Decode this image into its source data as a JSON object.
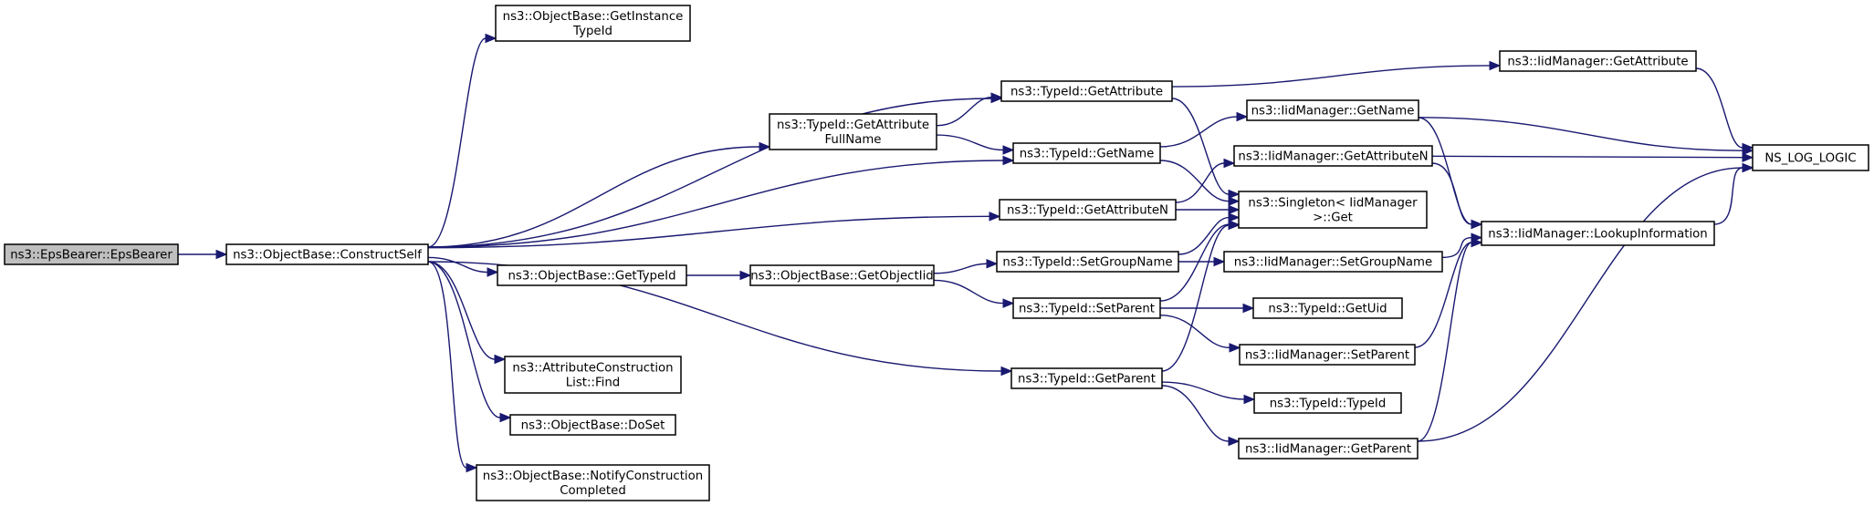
{
  "diagram": {
    "nodes": [
      {
        "id": "eps_bearer",
        "lines": [
          "ns3::EpsBearer::EpsBearer"
        ],
        "highlight": true
      },
      {
        "id": "construct_self",
        "lines": [
          "ns3::ObjectBase::ConstructSelf"
        ]
      },
      {
        "id": "get_instance_typeid",
        "lines": [
          "ns3::ObjectBase::GetInstance",
          "TypeId"
        ]
      },
      {
        "id": "typeid_get_attribute",
        "lines": [
          "ns3::TypeId::GetAttribute"
        ]
      },
      {
        "id": "typeid_get_attribute_fullname",
        "lines": [
          "ns3::TypeId::GetAttribute",
          "FullName"
        ]
      },
      {
        "id": "typeid_get_name",
        "lines": [
          "ns3::TypeId::GetName"
        ]
      },
      {
        "id": "typeid_get_attribute_n",
        "lines": [
          "ns3::TypeId::GetAttributeN"
        ]
      },
      {
        "id": "objectbase_get_typeid",
        "lines": [
          "ns3::ObjectBase::GetTypeId"
        ]
      },
      {
        "id": "objectbase_get_object_iid",
        "lines": [
          "ns3::ObjectBase::GetObjectIid"
        ]
      },
      {
        "id": "typeid_set_group_name",
        "lines": [
          "ns3::TypeId::SetGroupName"
        ]
      },
      {
        "id": "typeid_set_parent",
        "lines": [
          "ns3::TypeId::SetParent"
        ]
      },
      {
        "id": "attr_construction_find",
        "lines": [
          "ns3::AttributeConstruction",
          "List::Find"
        ]
      },
      {
        "id": "typeid_get_parent",
        "lines": [
          "ns3::TypeId::GetParent"
        ]
      },
      {
        "id": "objectbase_doset",
        "lines": [
          "ns3::ObjectBase::DoSet"
        ]
      },
      {
        "id": "notify_construction_completed",
        "lines": [
          "ns3::ObjectBase::NotifyConstruction",
          "Completed"
        ]
      },
      {
        "id": "iid_get_attribute",
        "lines": [
          "ns3::IidManager::GetAttribute"
        ]
      },
      {
        "id": "iid_get_name",
        "lines": [
          "ns3::IidManager::GetName"
        ]
      },
      {
        "id": "iid_get_attribute_n",
        "lines": [
          "ns3::IidManager::GetAttributeN"
        ]
      },
      {
        "id": "singleton_get",
        "lines": [
          "ns3::Singleton< IidManager",
          " >::Get"
        ]
      },
      {
        "id": "iid_set_group_name",
        "lines": [
          "ns3::IidManager::SetGroupName"
        ]
      },
      {
        "id": "typeid_get_uid",
        "lines": [
          "ns3::TypeId::GetUid"
        ]
      },
      {
        "id": "iid_set_parent",
        "lines": [
          "ns3::IidManager::SetParent"
        ]
      },
      {
        "id": "typeid_typeid",
        "lines": [
          "ns3::TypeId::TypeId"
        ]
      },
      {
        "id": "iid_get_parent",
        "lines": [
          "ns3::IidManager::GetParent"
        ]
      },
      {
        "id": "ns_log_logic",
        "lines": [
          "NS_LOG_LOGIC"
        ]
      },
      {
        "id": "iid_lookup_information",
        "lines": [
          "ns3::IidManager::LookupInformation"
        ]
      }
    ],
    "edges": [
      [
        "eps_bearer",
        "construct_self"
      ],
      [
        "construct_self",
        "get_instance_typeid"
      ],
      [
        "construct_self",
        "typeid_get_attribute"
      ],
      [
        "construct_self",
        "typeid_get_attribute_fullname"
      ],
      [
        "construct_self",
        "typeid_get_name"
      ],
      [
        "construct_self",
        "typeid_get_attribute_n"
      ],
      [
        "construct_self",
        "objectbase_get_typeid"
      ],
      [
        "construct_self",
        "attr_construction_find"
      ],
      [
        "construct_self",
        "typeid_get_parent"
      ],
      [
        "construct_self",
        "objectbase_doset"
      ],
      [
        "construct_self",
        "notify_construction_completed"
      ],
      [
        "typeid_get_attribute_fullname",
        "typeid_get_attribute"
      ],
      [
        "typeid_get_attribute_fullname",
        "typeid_get_name"
      ],
      [
        "objectbase_get_typeid",
        "objectbase_get_object_iid"
      ],
      [
        "objectbase_get_object_iid",
        "typeid_set_group_name"
      ],
      [
        "objectbase_get_object_iid",
        "typeid_set_parent"
      ],
      [
        "typeid_get_attribute",
        "iid_get_attribute"
      ],
      [
        "typeid_get_attribute",
        "singleton_get"
      ],
      [
        "typeid_get_name",
        "iid_get_name"
      ],
      [
        "typeid_get_name",
        "singleton_get"
      ],
      [
        "typeid_get_attribute_n",
        "iid_get_attribute_n"
      ],
      [
        "typeid_get_attribute_n",
        "singleton_get"
      ],
      [
        "typeid_set_group_name",
        "singleton_get"
      ],
      [
        "typeid_set_group_name",
        "iid_set_group_name"
      ],
      [
        "typeid_set_parent",
        "singleton_get"
      ],
      [
        "typeid_set_parent",
        "typeid_get_uid"
      ],
      [
        "typeid_set_parent",
        "iid_set_parent"
      ],
      [
        "typeid_get_parent",
        "singleton_get"
      ],
      [
        "typeid_get_parent",
        "typeid_typeid"
      ],
      [
        "typeid_get_parent",
        "iid_get_parent"
      ],
      [
        "iid_get_attribute",
        "ns_log_logic"
      ],
      [
        "iid_get_name",
        "ns_log_logic"
      ],
      [
        "iid_get_name",
        "iid_lookup_information"
      ],
      [
        "iid_get_attribute_n",
        "ns_log_logic"
      ],
      [
        "iid_get_attribute_n",
        "iid_lookup_information"
      ],
      [
        "iid_set_group_name",
        "iid_lookup_information"
      ],
      [
        "iid_set_parent",
        "iid_lookup_information"
      ],
      [
        "iid_get_parent",
        "ns_log_logic"
      ],
      [
        "iid_get_parent",
        "iid_lookup_information"
      ],
      [
        "iid_lookup_information",
        "ns_log_logic"
      ]
    ]
  },
  "colors": {
    "edge": "#191970",
    "node_border": "#000000",
    "node_fill": "#ffffff",
    "root_fill": "#bfbfbf"
  }
}
